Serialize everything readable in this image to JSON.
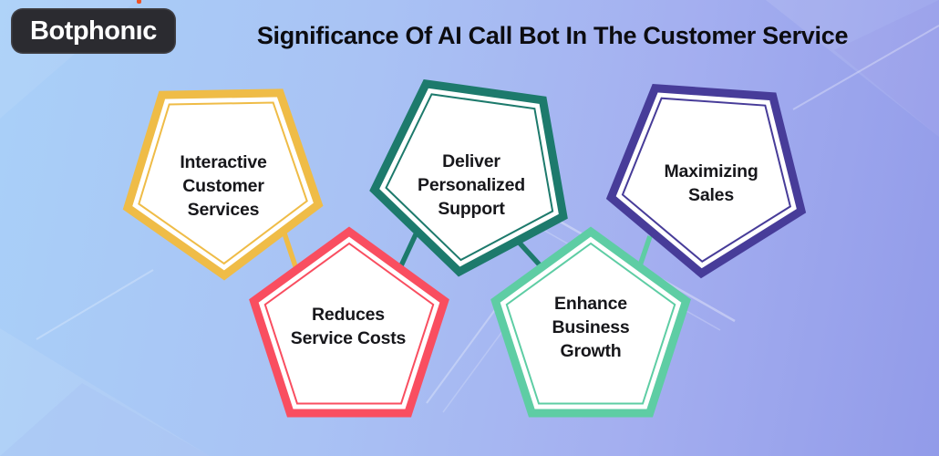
{
  "page": {
    "title": "Significance Of AI Call Bot In The Customer Service",
    "background": {
      "left": "#a9d0f8",
      "middle": "#a4aff0",
      "right": "#929be9"
    }
  },
  "logo": {
    "brand": "Botphonic",
    "brand_parts": {
      "pre": "Botphon",
      "i_stem": "ı",
      "post": "c"
    },
    "bg_color": "#2b2b30",
    "text_color": "#ffffff",
    "dot_color": "#f05123"
  },
  "diagram": {
    "text_color": "#17171b",
    "nodes": [
      {
        "id": "interactive-customer-services",
        "label": "Interactive Customer Services",
        "lines": [
          "Interactive",
          "Customer",
          "Services"
        ],
        "color": "#efbc47",
        "orientation": "point-down"
      },
      {
        "id": "deliver-personalized-support",
        "label": "Deliver Personalized Support",
        "lines": [
          "Deliver",
          "Personalized",
          "Support"
        ],
        "color": "#1d7a6c",
        "orientation": "point-down"
      },
      {
        "id": "maximizing-sales",
        "label": "Maximizing Sales",
        "lines": [
          "Maximizing",
          "Sales"
        ],
        "color": "#473c99",
        "orientation": "point-down"
      },
      {
        "id": "reduces-service-costs",
        "label": "Reduces Service Costs",
        "lines": [
          "Reduces",
          "Service Costs"
        ],
        "color": "#f94e60",
        "orientation": "point-up"
      },
      {
        "id": "enhance-business-growth",
        "label": "Enhance Business Growth",
        "lines": [
          "Enhance",
          "Business",
          "Growth"
        ],
        "color": "#5ecda4",
        "orientation": "point-up"
      }
    ],
    "connectors": [
      {
        "from": "interactive-customer-services",
        "to": "reduces-service-costs",
        "color": "#efbc47"
      },
      {
        "from": "deliver-personalized-support",
        "to": "reduces-service-costs",
        "color": "#1d7a6c"
      },
      {
        "from": "deliver-personalized-support",
        "to": "enhance-business-growth",
        "color": "#1d7a6c"
      },
      {
        "from": "maximizing-sales",
        "to": "enhance-business-growth",
        "color": "#5ecda4"
      }
    ]
  }
}
